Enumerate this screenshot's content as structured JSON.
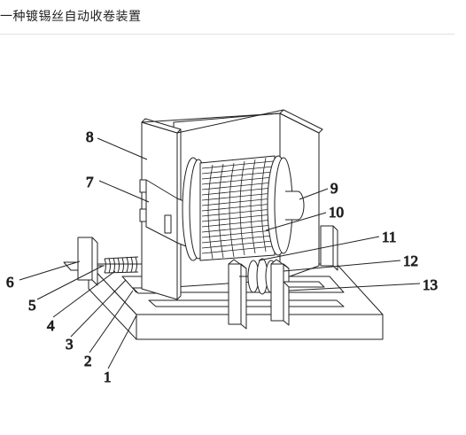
{
  "header": {
    "title": "一种镀锡丝自动收卷装置"
  },
  "labels": [
    "1",
    "2",
    "3",
    "4",
    "5",
    "6",
    "7",
    "8",
    "9",
    "10",
    "11",
    "12",
    "13"
  ]
}
